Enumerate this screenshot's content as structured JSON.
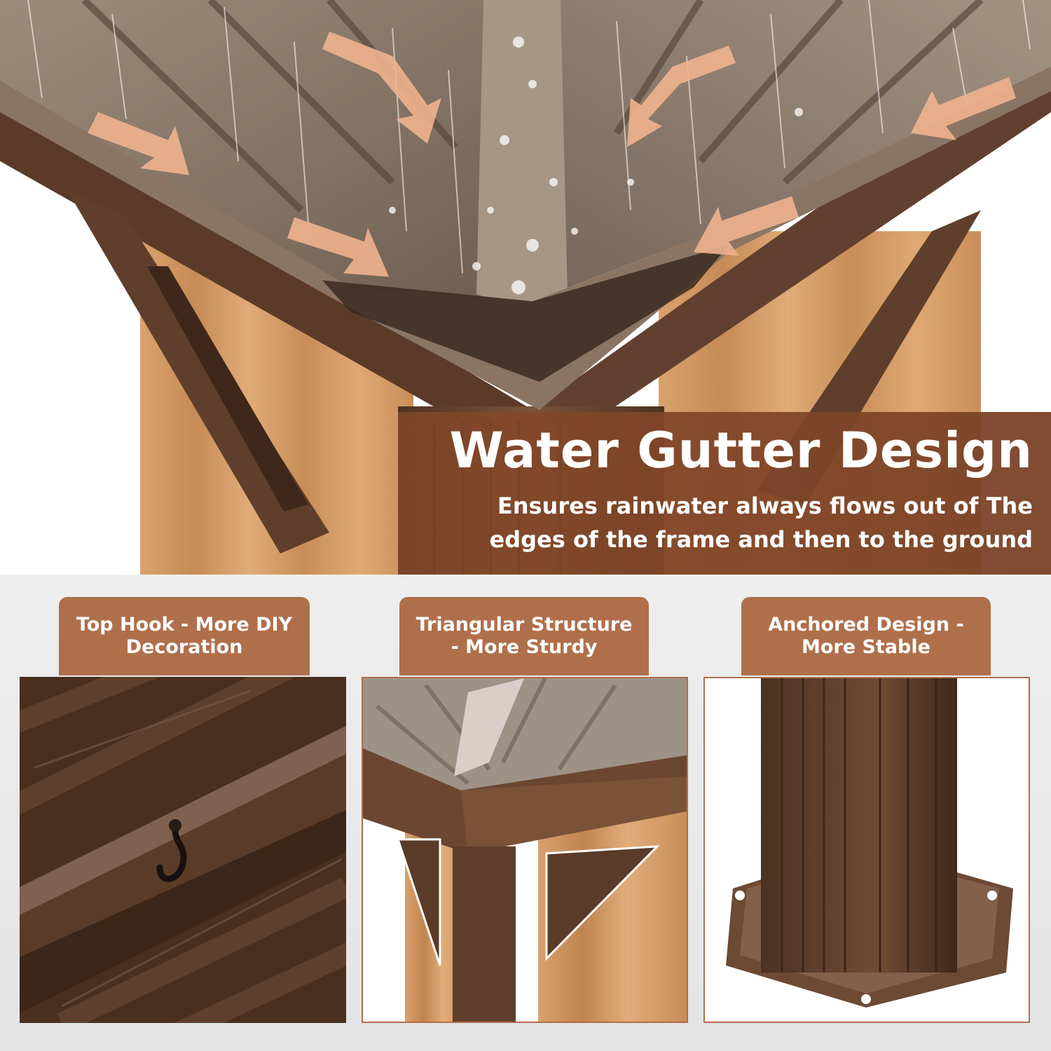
{
  "hero": {
    "title": "Water Gutter Design",
    "subtitle": "Ensures rainwater always flows out of The edges of the frame and then to the ground"
  },
  "features": [
    {
      "label": "Top Hook - More DIY Decoration",
      "image": "hook-closeup-photo"
    },
    {
      "label": "Triangular Structure - More Sturdy",
      "image": "gazebo-corner-photo"
    },
    {
      "label": "Anchored Design - More Stable",
      "image": "post-base-photo"
    }
  ],
  "colors": {
    "accent": "#b06f4b",
    "frame_brown": "#6e4a32",
    "curtain_tan": "#d9a06a",
    "banner": "#7f4528"
  }
}
